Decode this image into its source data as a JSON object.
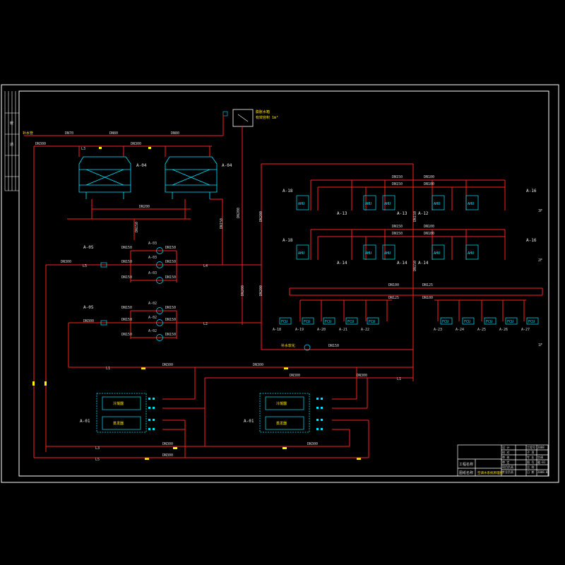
{
  "title_block": {
    "project_label": "工程名称",
    "drawing_label": "图纸名称",
    "drawing_name": "空调水系统原理图",
    "rows": [
      [
        "设 计",
        "",
        "工程号",
        "2008"
      ],
      [
        "校 对",
        "",
        "子 项",
        ""
      ],
      [
        "审 核",
        "",
        "专 业",
        "空调"
      ],
      [
        "审 定",
        "",
        "图 号",
        "暖-01"
      ],
      [
        "项目负责",
        "",
        "比 例",
        ""
      ],
      [
        "专业负责",
        "",
        "日 期",
        "2008.05"
      ]
    ]
  },
  "side_strip": {
    "chars": [
      "暖",
      "通"
    ]
  },
  "top": {
    "tank_label": "膨胀水箱",
    "tank_note": "有效容积 1m³",
    "pipe_labels": [
      "DN70",
      "DN80",
      "DN80",
      "DN300",
      "DN300",
      "DN200"
    ],
    "left_note": "补水管"
  },
  "towers": [
    {
      "tag": "A-04"
    },
    {
      "tag": "A-04"
    }
  ],
  "tower_labels": {
    "l3": "L3",
    "dn": "DN200",
    "dn_bottom": "DN200",
    "dn_side_a": "DN150",
    "dn_side_b": "DN150"
  },
  "pump_groups": [
    {
      "tag": "A-05",
      "pumps": [
        "A-03",
        "A-03",
        "A-03"
      ],
      "dn_in": [
        "DN150",
        "DN150",
        "DN150"
      ],
      "dn_out": [
        "DN150",
        "DN150",
        "DN150"
      ],
      "main": "DN300"
    },
    {
      "tag": "A-05",
      "pumps": [
        "A-02",
        "A-02",
        "A-02"
      ],
      "dn_in": [
        "DN150",
        "DN150",
        "DN150"
      ],
      "dn_out": [
        "DN150",
        "DN150",
        "DN150"
      ],
      "main": "DN300"
    }
  ],
  "line_codes": [
    "L1",
    "L2",
    "L3",
    "L4",
    "L5"
  ],
  "floors": [
    {
      "level": "3F",
      "ahus": [
        {
          "tag": "A-18",
          "name": "AHU"
        },
        {
          "tag": "A-13",
          "name": "AHU"
        },
        {
          "tag": "A-13",
          "name": "AHU"
        },
        {
          "tag": "A-12",
          "name": "AHU"
        },
        {
          "tag": "A-16",
          "name": "AHU"
        }
      ],
      "dn_main": [
        "DN150",
        "DN150",
        "DN100",
        "DN100"
      ]
    },
    {
      "level": "2F",
      "ahus": [
        {
          "tag": "A-18",
          "name": "AHU"
        },
        {
          "tag": "A-14",
          "name": "AHU"
        },
        {
          "tag": "A-14",
          "name": "AHU"
        },
        {
          "tag": "A-14",
          "name": "AHU"
        },
        {
          "tag": "A-16",
          "name": "AHU"
        }
      ],
      "dn_main": [
        "DN150",
        "DN150",
        "DN100",
        "DN100"
      ]
    }
  ],
  "fcu_floor": {
    "level": "1F",
    "left": {
      "units": [
        "FCU",
        "FCU",
        "FCU",
        "FCU",
        "FCU"
      ],
      "tags": [
        "A-18",
        "A-19",
        "A-20",
        "A-21",
        "A-22"
      ]
    },
    "right": {
      "units": [
        "FCU",
        "FCU",
        "FCU",
        "FCU",
        "FCU"
      ],
      "tags": [
        "A-23",
        "A-24",
        "A-25",
        "A-26",
        "A-27"
      ]
    },
    "dn_main": [
      "DN100",
      "DN125",
      "DN125",
      "DN100"
    ]
  },
  "riser_labels": [
    "DN200",
    "DN200",
    "DN200",
    "DN150",
    "DN150"
  ],
  "bottom_pipe": {
    "note": "补水软化",
    "dn": "DN150"
  },
  "chillers": [
    {
      "tag": "A-01",
      "condenser": "冷凝器",
      "evaporator": "蒸发器"
    },
    {
      "tag": "A-01",
      "condenser": "冷凝器",
      "evaporator": "蒸发器"
    }
  ],
  "main_pipes": [
    "DN300",
    "DN300",
    "DN300",
    "DN300",
    "DN300",
    "DN300",
    "DN300"
  ],
  "colors": {
    "background": "#000000",
    "border": "#ffffff",
    "supply": "#ff1f1f",
    "equipment": "#00e5ff",
    "valve": "#ffff00",
    "text": "#d8d8d8"
  }
}
